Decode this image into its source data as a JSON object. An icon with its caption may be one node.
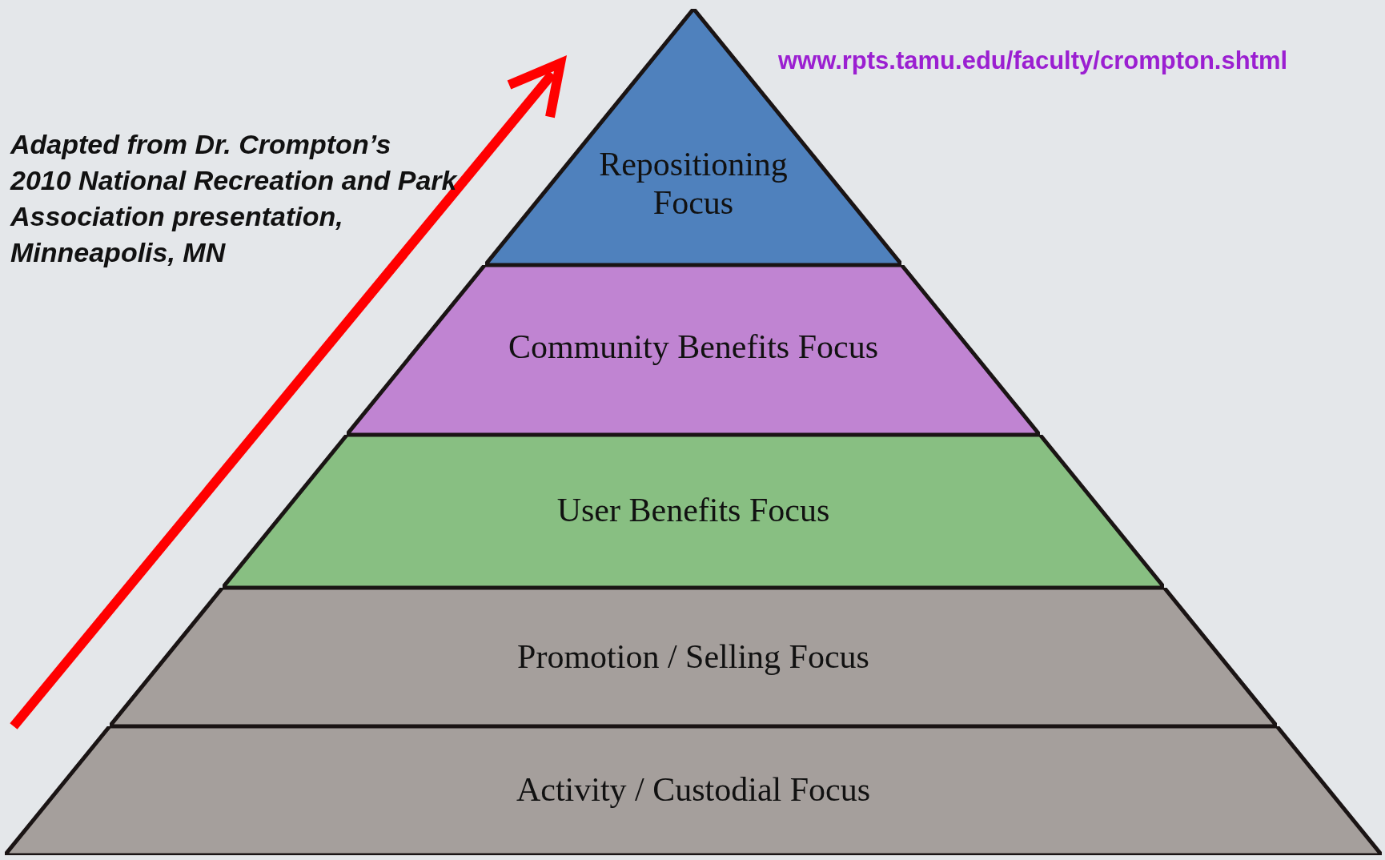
{
  "diagram": {
    "nodes": [
      {
        "text": [
          "Repositioning Focus"
        ]
      },
      {
        "text": [
          "Community Benefits Focus"
        ]
      },
      {
        "text": [
          "User Benefits Focus"
        ]
      },
      {
        "text": [
          "Promotion / Selling Focus"
        ]
      },
      {
        "text": [
          "Activity / Custodial Focus"
        ]
      }
    ],
    "edges": [],
    "labels": [
      "www.rpts.tamu.edu/faculty/crompton.shtml",
      "Adapted from Dr. Crompton’s 2010 National Recreation and Park Association presentation, Minneapolis, MN"
    ]
  }
}
